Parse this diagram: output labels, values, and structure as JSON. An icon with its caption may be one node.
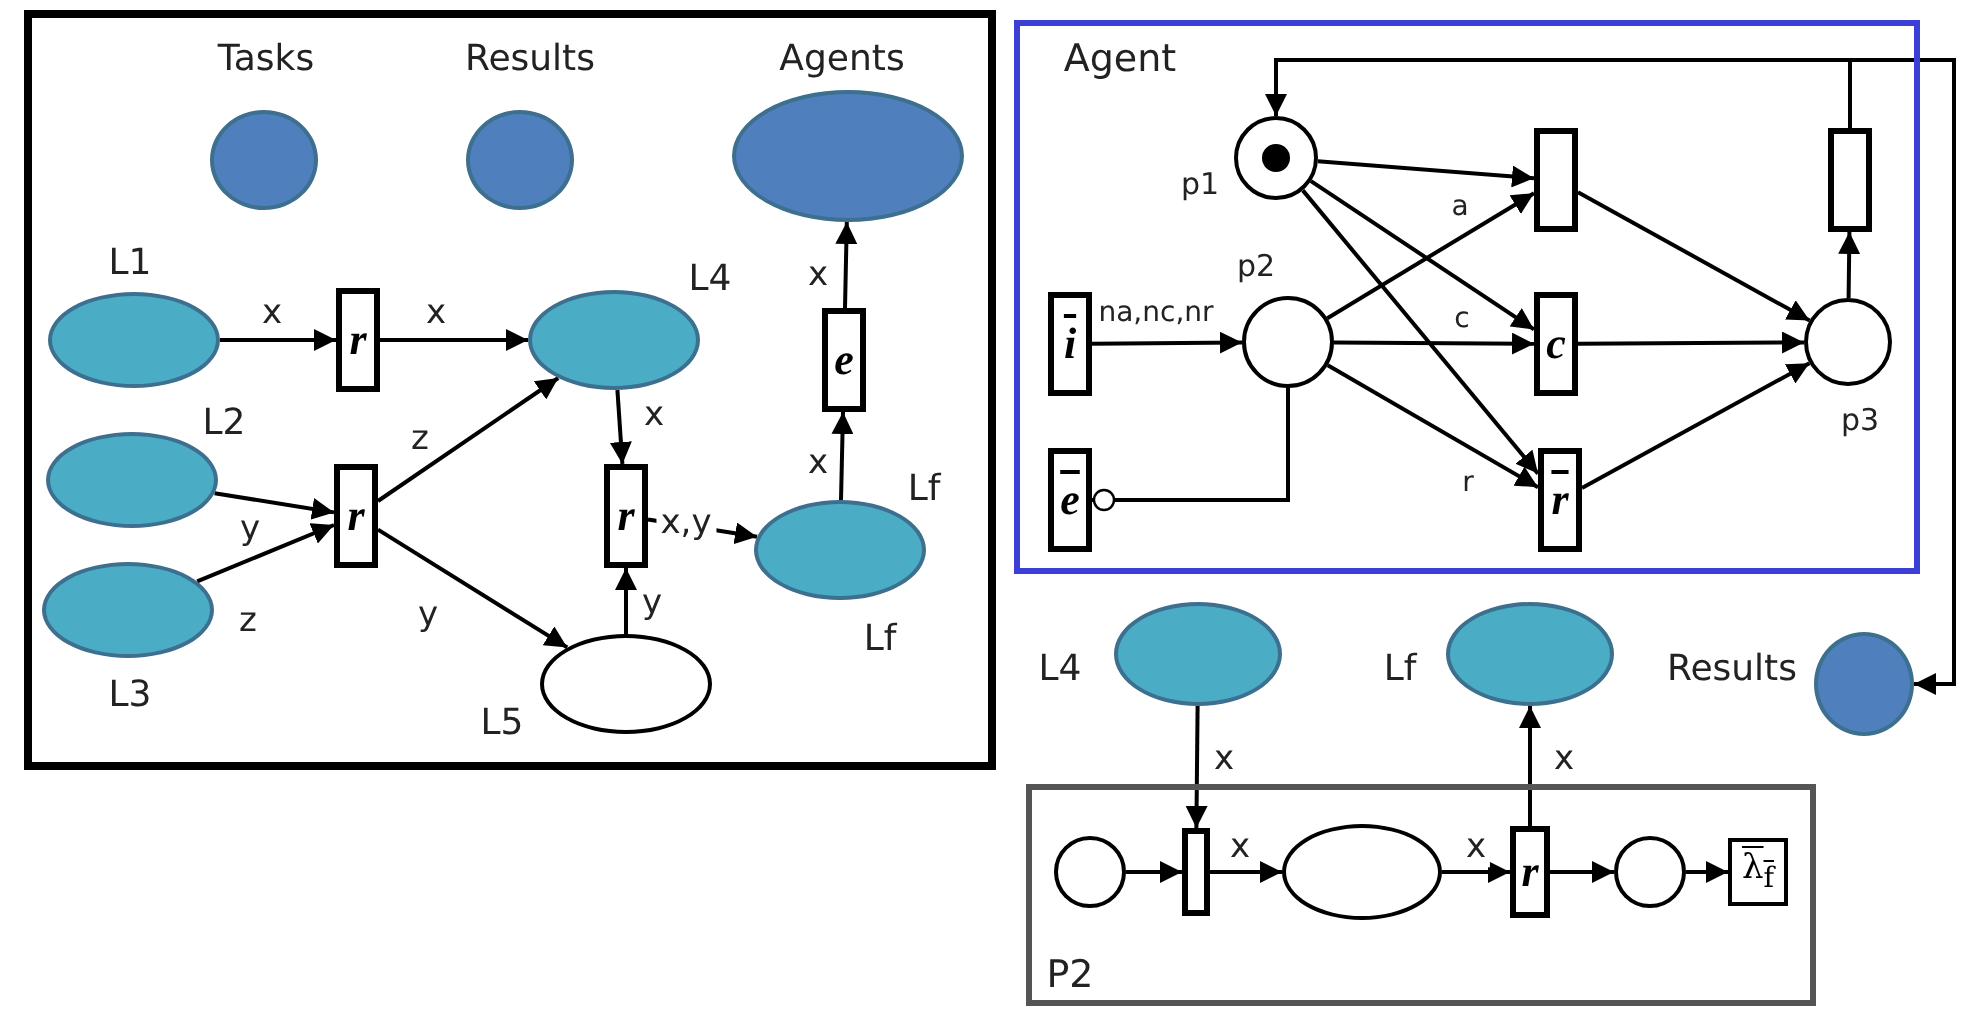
{
  "diagram": {
    "nodes": [
      {
        "text": [],
        "shape": "box"
      },
      {
        "text": [
          "Tasks"
        ],
        "in": 0
      },
      {
        "text": [
          "Results"
        ],
        "in": 0
      },
      {
        "text": [
          "Agents"
        ],
        "in": 0
      },
      {
        "text": [
          "L1"
        ],
        "in": 0
      },
      {
        "text": [
          "L2"
        ],
        "in": 0
      },
      {
        "text": [
          "L3"
        ],
        "in": 0
      },
      {
        "text": [
          "r"
        ],
        "in": 0
      },
      {
        "text": [
          "r"
        ],
        "in": 0
      },
      {
        "text": [
          "L4"
        ],
        "in": 0
      },
      {
        "text": [
          "L5"
        ],
        "in": 0
      },
      {
        "text": [
          "r"
        ],
        "in": 0
      },
      {
        "text": [
          "Lf",
          "Lf"
        ],
        "in": 0
      },
      {
        "text": [
          "e"
        ],
        "in": 0
      },
      {
        "text": [
          "Agent"
        ]
      },
      {
        "text": [
          "p1"
        ],
        "in": 14
      },
      {
        "text": [
          "p2"
        ],
        "in": 14
      },
      {
        "text": [
          "i"
        ],
        "in": 14
      },
      {
        "text": [
          "e"
        ],
        "in": 14
      },
      {
        "text": [],
        "shape": "bar",
        "in": 14
      },
      {
        "text": [
          "c"
        ],
        "in": 14
      },
      {
        "text": [
          "r"
        ],
        "in": 14
      },
      {
        "text": [
          "p3"
        ],
        "in": 14
      },
      {
        "text": [],
        "shape": "bar",
        "in": 14
      },
      {
        "text": [
          "L4"
        ]
      },
      {
        "text": [
          "Lf"
        ]
      },
      {
        "text": [
          "Results"
        ]
      },
      {
        "text": [
          "P2"
        ]
      },
      {
        "text": [],
        "shape": "circle",
        "in": 27
      },
      {
        "text": [],
        "shape": "bar",
        "in": 27
      },
      {
        "text": [],
        "shape": "ellipse",
        "in": 27
      },
      {
        "text": [
          "r"
        ],
        "in": 27
      },
      {
        "text": [],
        "shape": "circle",
        "in": 27
      },
      {
        "text": [
          "λ$_{f}$"
        ],
        "in": 27
      }
    ],
    "edges": [
      {
        "from": 4,
        "to": 7,
        "arrow": "to",
        "label": "x"
      },
      {
        "from": 7,
        "to": 9,
        "arrow": "to",
        "label": "x"
      },
      {
        "from": 5,
        "to": 8,
        "arrow": "to",
        "label": "y"
      },
      {
        "from": 6,
        "to": 8,
        "arrow": "to",
        "label": "z"
      },
      {
        "from": 8,
        "to": 9,
        "arrow": "to",
        "label": "z"
      },
      {
        "from": 8,
        "to": 10,
        "arrow": "to",
        "label": "y"
      },
      {
        "from": 9,
        "to": 11,
        "arrow": "to",
        "label": "x"
      },
      {
        "from": 10,
        "to": 11,
        "arrow": "to",
        "label": "y"
      },
      {
        "from": 11,
        "to": 12,
        "arrow": "to",
        "label": "x,y"
      },
      {
        "from": 12,
        "to": 13,
        "arrow": "to",
        "label": "x"
      },
      {
        "from": 13,
        "to": 3,
        "arrow": "to",
        "label": "x"
      },
      {
        "from": 17,
        "to": 16,
        "arrow": "to",
        "label": "na,nc,nr"
      },
      {
        "from": 15,
        "to": 19,
        "arrow": "to"
      },
      {
        "from": 15,
        "to": 20,
        "arrow": "to"
      },
      {
        "from": 15,
        "to": 21,
        "arrow": "to"
      },
      {
        "from": 16,
        "to": 19,
        "arrow": "to",
        "label": "a"
      },
      {
        "from": 16,
        "to": 20,
        "arrow": "to",
        "label": "c"
      },
      {
        "from": 16,
        "to": 21,
        "arrow": "to",
        "label": "r"
      },
      {
        "from": 16,
        "to": 18,
        "arrow": "other"
      },
      {
        "from": 19,
        "to": 22,
        "arrow": "to"
      },
      {
        "from": 20,
        "to": 22,
        "arrow": "to"
      },
      {
        "from": 21,
        "to": 22,
        "arrow": "to"
      },
      {
        "from": 22,
        "to": 23,
        "arrow": "to"
      },
      {
        "from": 23,
        "to": 15,
        "arrow": "to"
      },
      {
        "from": 23,
        "to": 26,
        "arrow": "to"
      },
      {
        "from": 24,
        "to": 29,
        "arrow": "to",
        "label": "x"
      },
      {
        "from": 29,
        "to": 30,
        "arrow": "to",
        "label": "x"
      },
      {
        "from": 30,
        "to": 31,
        "arrow": "to",
        "label": "x"
      },
      {
        "from": 31,
        "to": 25,
        "arrow": "to",
        "label": "x"
      },
      {
        "from": 28,
        "to": 29,
        "arrow": "to"
      },
      {
        "from": 31,
        "to": 32,
        "arrow": "to"
      },
      {
        "from": 32,
        "to": 33,
        "arrow": "to"
      }
    ]
  }
}
